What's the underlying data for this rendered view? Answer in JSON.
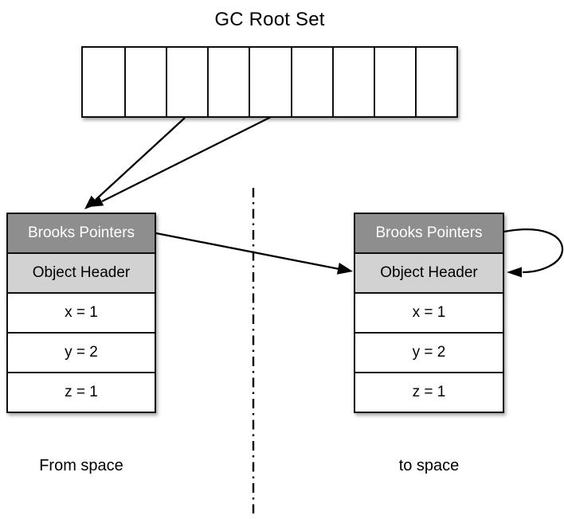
{
  "title": "GC Root Set",
  "gc_root_set": {
    "cell_count": 9
  },
  "spaces": {
    "from": {
      "label": "From space",
      "object": {
        "rows": [
          {
            "kind": "brooks-pointers",
            "label": "Brooks Pointers",
            "style": "dark"
          },
          {
            "kind": "object-header",
            "label": "Object Header",
            "style": "light"
          },
          {
            "kind": "field-x",
            "label": "x = 1",
            "style": "plain"
          },
          {
            "kind": "field-y",
            "label": "y = 2",
            "style": "plain"
          },
          {
            "kind": "field-z",
            "label": "z = 1",
            "style": "plain"
          }
        ]
      }
    },
    "to": {
      "label": "to space",
      "object": {
        "rows": [
          {
            "kind": "brooks-pointers",
            "label": "Brooks Pointers",
            "style": "dark"
          },
          {
            "kind": "object-header",
            "label": "Object Header",
            "style": "light"
          },
          {
            "kind": "field-x",
            "label": "x = 1",
            "style": "plain"
          },
          {
            "kind": "field-y",
            "label": "y = 2",
            "style": "plain"
          },
          {
            "kind": "field-z",
            "label": "z = 1",
            "style": "plain"
          }
        ]
      }
    }
  },
  "arrows": [
    {
      "name": "root-pointer-arrow-1",
      "from": "gc-root-cell-3",
      "to": "from-object-brooks-pointers"
    },
    {
      "name": "root-pointer-arrow-2",
      "from": "gc-root-cell-5",
      "to": "from-object-brooks-pointers"
    },
    {
      "name": "forwarding-arrow",
      "from": "from-object-brooks-pointers",
      "to": "to-object-header"
    },
    {
      "name": "self-loop-arrow",
      "from": "to-object-brooks-pointers",
      "to": "to-object-header"
    }
  ],
  "divider": {
    "style": "dash-dot",
    "orientation": "vertical"
  },
  "colors": {
    "background": "#ffffff",
    "ink": "#000000",
    "header_dark": "#8e8e8e",
    "header_dark_text": "#ffffff",
    "header_light": "#d2d2d2",
    "text": "#000000"
  }
}
